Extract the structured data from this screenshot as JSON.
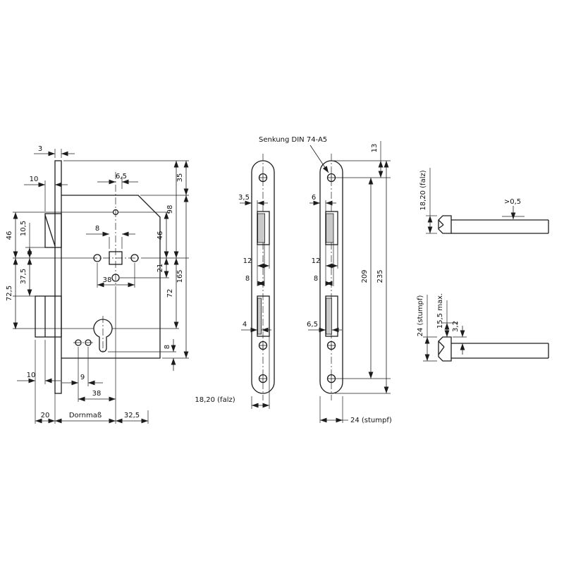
{
  "colors": {
    "background": "#ffffff",
    "ink": "#1c1c1c",
    "shade": "#c9c9c9"
  },
  "labels": {
    "senkung_note": "Senkung DIN 74-A5",
    "lb_3": "3",
    "lb_10_top": "10",
    "lb_6_5": "6,5",
    "lb_35": "35",
    "lb_98": "98",
    "lb_165": "165",
    "lb_46_right": "46",
    "lb_21": "21",
    "lb_72": "72",
    "lb_46_left": "46",
    "lb_72_5": "72,5",
    "lb_10_5": "10,5",
    "lb_37_5": "37,5",
    "lb_8_follower": "8",
    "lb_38_circles": "38",
    "lb_8_bottom_right": "8",
    "lb_9": "9",
    "lb_10_bottom": "10",
    "lb_38_bottom": "38",
    "lb_20": "20",
    "lb_dornmass": "Dornmaß",
    "lb_32_5": "32,5",
    "p1_3_5": "3,5",
    "p1_12": "12",
    "p1_8": "8",
    "p1_4": "4",
    "p1_width": "18,20 (falz)",
    "p2_6": "6",
    "p2_12": "12",
    "p2_8": "8",
    "p2_6_5": "6,5",
    "p2_width": "24 (stumpf)",
    "p2_13": "13",
    "p2_209": "209",
    "p2_235": "235",
    "lt_height": "18,20 (falz)",
    "lt_protrusion": ">0,5",
    "lb2_height": "24 (stumpf)",
    "lb2_step": "3,2",
    "lb2_travel": "15,5 max."
  }
}
